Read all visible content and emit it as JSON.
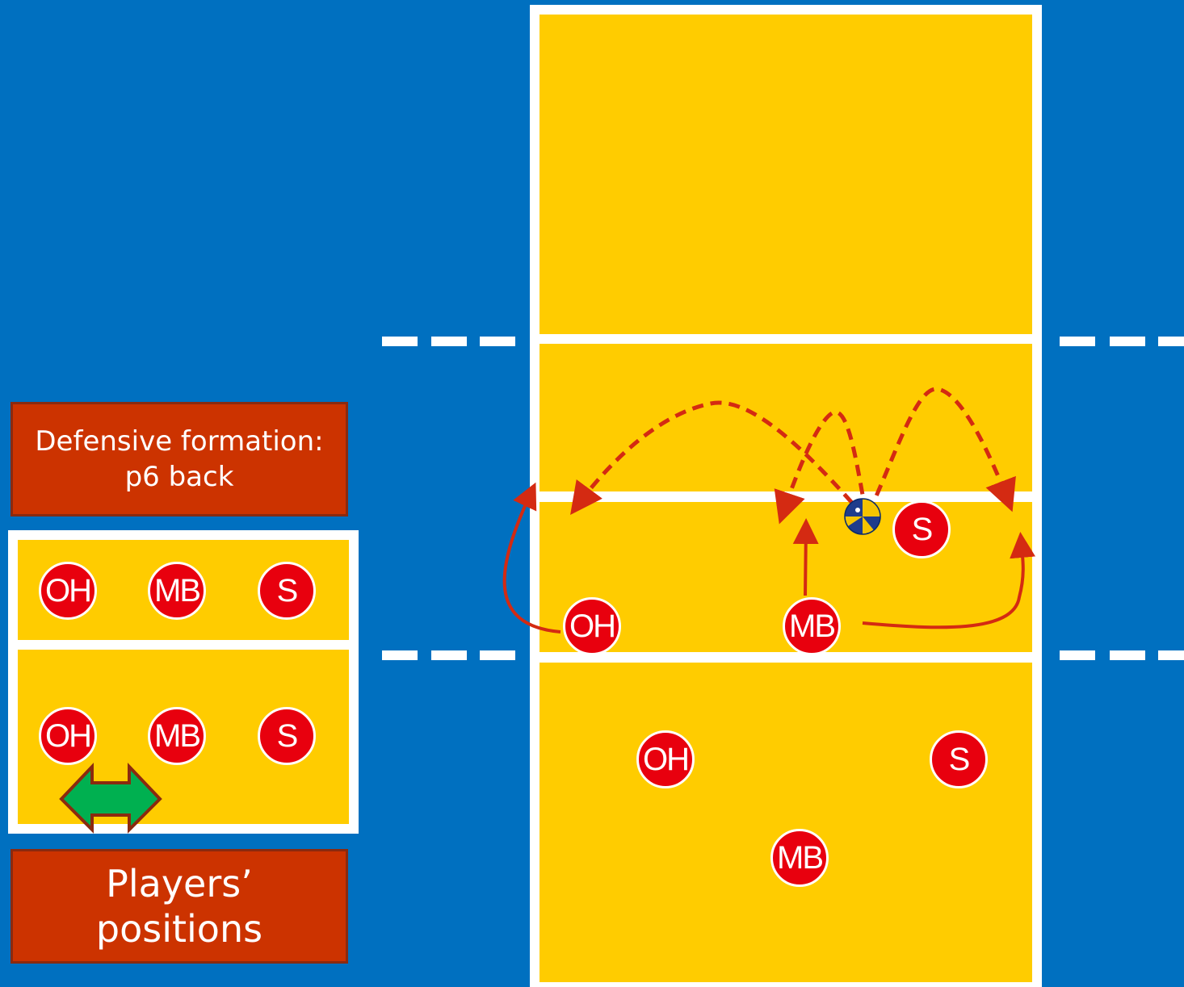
{
  "labels": {
    "formation": "Defensive formation: p6 back",
    "positions": "Players’ positions"
  },
  "players": {
    "legend_front_oh": "OH",
    "legend_front_mb": "MB",
    "legend_front_s": "S",
    "legend_back_oh": "OH",
    "legend_back_mb": "MB",
    "legend_back_s": "S",
    "court_front_oh": "OH",
    "court_front_mb": "MB",
    "court_front_s": "S",
    "court_back_oh": "OH",
    "court_back_mb": "MB",
    "court_back_s": "S"
  },
  "colors": {
    "background": "#0070C0",
    "court": "#FFCC00",
    "player": "#E8000E",
    "label_box": "#CC3300",
    "arrow": "#D42A12",
    "swap_arrow": "#00B050"
  },
  "icons": {
    "ball": "volleyball-icon",
    "swap": "double-arrow-icon"
  }
}
